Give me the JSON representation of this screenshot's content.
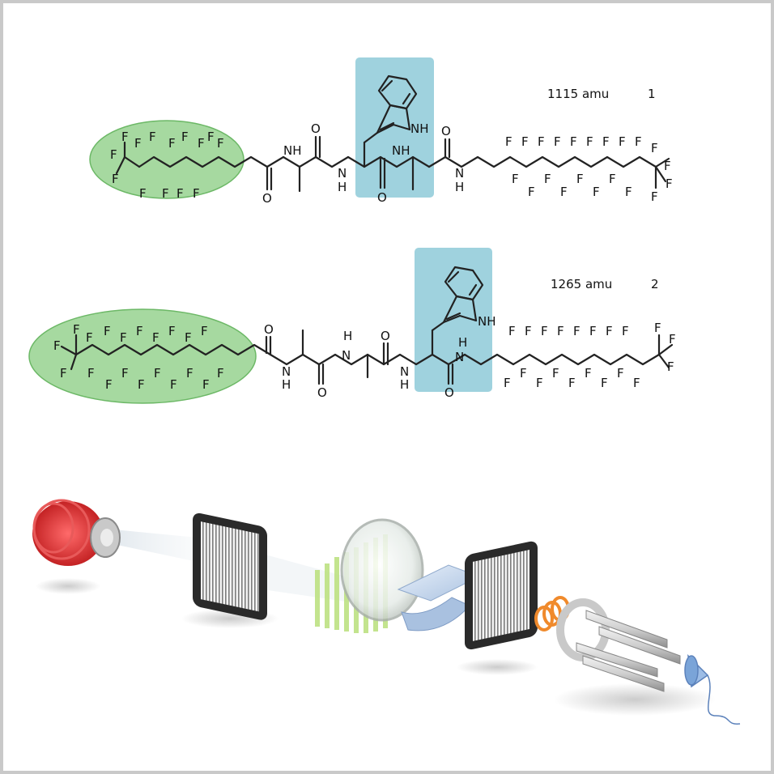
{
  "molecules": [
    {
      "id": "1",
      "mass_label": "1115 amu",
      "number_label": "1",
      "left_tail_atoms": "F",
      "right_tail_atoms": "F",
      "heteroatoms": {
        "nh": "NH",
        "n": "N",
        "h": "H",
        "o": "O",
        "f": "F"
      }
    },
    {
      "id": "2",
      "mass_label": "1265 amu",
      "number_label": "2",
      "left_tail_atoms": "F",
      "right_tail_atoms": "F",
      "heteroatoms": {
        "nh": "NH",
        "n": "N",
        "h": "H",
        "o": "O",
        "f": "F"
      }
    }
  ],
  "highlight_colors": {
    "fluorous_tag": "#a6d9a0",
    "fluorous_tag_border": "#6cb866",
    "tryptophan": "#9fd2de"
  },
  "apparatus": {
    "components": [
      "laser-source",
      "grating",
      "light-beam",
      "standing-wave",
      "lens",
      "sample-plate",
      "grating",
      "ion-optics-ring",
      "quadrupole-rods",
      "detector-cone"
    ],
    "colors": {
      "laser": "#d8282a",
      "standing_wave": "#b9df7a",
      "ion_coil": "#f08a2c",
      "detector": "#7aa4d8"
    }
  }
}
